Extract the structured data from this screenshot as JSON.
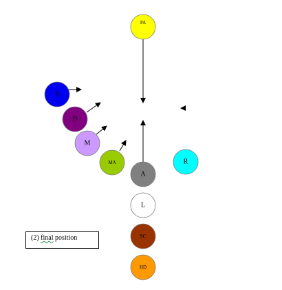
{
  "nodes": [
    {
      "key": "PA",
      "label": "PA",
      "fill": "#ffff00"
    },
    {
      "key": "S",
      "label": "S",
      "fill": "#0000ee"
    },
    {
      "key": "D",
      "label": "D",
      "fill": "#800080"
    },
    {
      "key": "M",
      "label": "M",
      "fill": "#cc99ff"
    },
    {
      "key": "MA",
      "label": "MA",
      "fill": "#99cc00"
    },
    {
      "key": "A",
      "label": "A",
      "fill": "#808080"
    },
    {
      "key": "R",
      "label": "R",
      "fill": "#00ffff"
    },
    {
      "key": "L",
      "label": "L",
      "fill": "#ffffff"
    },
    {
      "key": "SC",
      "label": "SC",
      "fill": "#993300"
    },
    {
      "key": "HD",
      "label": "HD",
      "fill": "#ff9900"
    }
  ],
  "caption": {
    "prefix": "(2) ",
    "word": "final",
    "suffix": " position"
  }
}
